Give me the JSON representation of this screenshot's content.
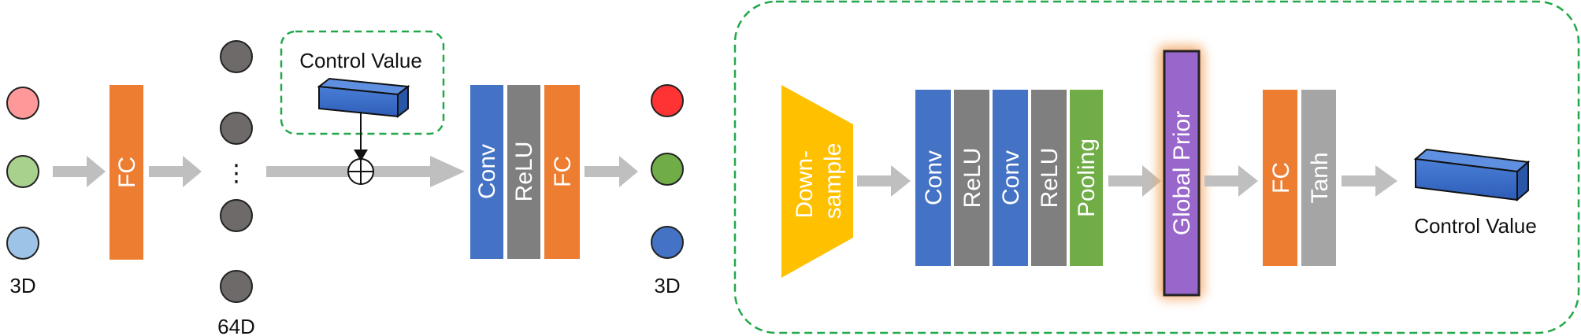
{
  "input": {
    "dim_label": "3D"
  },
  "hidden": {
    "dim_label": "64D",
    "ellipsis": "⋮"
  },
  "output": {
    "dim_label": "3D"
  },
  "layers": {
    "fc1": "FC",
    "conv": "Conv",
    "relu": "ReLU",
    "fc2": "FC"
  },
  "control_box": {
    "label": "Control Value"
  },
  "condition_net": {
    "downsample_line1": "Down-",
    "downsample_line2": "sample",
    "conv1": "Conv",
    "relu1": "ReLU",
    "conv2": "Conv",
    "relu2": "ReLU",
    "pooling": "Pooling",
    "global_prior": "Global Prior",
    "fc": "FC",
    "tanh": "Tanh",
    "output_label": "Control Value"
  },
  "colors": {
    "fc": "#ED7D31",
    "conv": "#4472C4",
    "relu": "#7F7F7F",
    "pooling": "#70AD47",
    "global_prior": "#9966CC",
    "tanh": "#A5A5A5",
    "downsample": "#FFC000",
    "arrow": "#BFBFBF",
    "dashed": "#22A84A",
    "in_red": "#FF9999",
    "in_green": "#A9D18E",
    "in_blue": "#9DC3E6",
    "out_red": "#FF3333",
    "out_green": "#70AD47",
    "out_blue": "#4472C4",
    "hidden_node": "#6E6A6A"
  }
}
